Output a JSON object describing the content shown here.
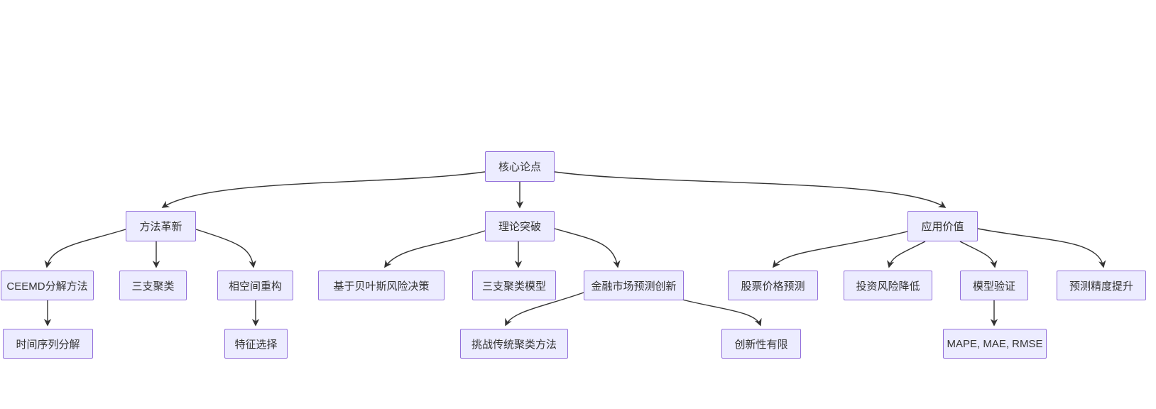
{
  "diagram": {
    "title": "核心论点 mind-map flowchart",
    "colors": {
      "node_fill": "#ECECFF",
      "node_border": "#9370DB",
      "text": "#333333",
      "edge": "#333333",
      "background": "#ffffff"
    },
    "nodes": {
      "root": {
        "label": "核心论点"
      },
      "method": {
        "label": "方法革新"
      },
      "theory": {
        "label": "理论突破"
      },
      "application": {
        "label": "应用价值"
      },
      "ceemd": {
        "label": "CEEMD分解方法"
      },
      "three_way": {
        "label": "三支聚类"
      },
      "phase_space": {
        "label": "相空间重构"
      },
      "bayes": {
        "label": "基于贝叶斯风险决策"
      },
      "twc_model": {
        "label": "三支聚类模型"
      },
      "fin_innovation": {
        "label": "金融市场预测创新"
      },
      "stock_pred": {
        "label": "股票价格预测"
      },
      "invest_risk": {
        "label": "投资风险降低"
      },
      "model_valid": {
        "label": "模型验证"
      },
      "accuracy": {
        "label": "预测精度提升"
      },
      "ts_decomp": {
        "label": "时间序列分解"
      },
      "feat_sel": {
        "label": "特征选择"
      },
      "challenge": {
        "label": "挑战传统聚类方法"
      },
      "limited": {
        "label": "创新性有限"
      },
      "metrics": {
        "label": "MAPE, MAE, RMSE"
      }
    },
    "edges": [
      {
        "from": "核心论点",
        "to": "方法革新"
      },
      {
        "from": "核心论点",
        "to": "理论突破"
      },
      {
        "from": "核心论点",
        "to": "应用价值"
      },
      {
        "from": "方法革新",
        "to": "CEEMD分解方法"
      },
      {
        "from": "方法革新",
        "to": "三支聚类"
      },
      {
        "from": "方法革新",
        "to": "相空间重构"
      },
      {
        "from": "理论突破",
        "to": "基于贝叶斯风险决策"
      },
      {
        "from": "理论突破",
        "to": "三支聚类模型"
      },
      {
        "from": "理论突破",
        "to": "金融市场预测创新"
      },
      {
        "from": "应用价值",
        "to": "股票价格预测"
      },
      {
        "from": "应用价值",
        "to": "投资风险降低"
      },
      {
        "from": "应用价值",
        "to": "模型验证"
      },
      {
        "from": "应用价值",
        "to": "预测精度提升"
      },
      {
        "from": "CEEMD分解方法",
        "to": "时间序列分解"
      },
      {
        "from": "相空间重构",
        "to": "特征选择"
      },
      {
        "from": "金融市场预测创新",
        "to": "挑战传统聚类方法"
      },
      {
        "from": "金融市场预测创新",
        "to": "创新性有限"
      },
      {
        "from": "模型验证",
        "to": "MAPE, MAE, RMSE"
      }
    ]
  }
}
